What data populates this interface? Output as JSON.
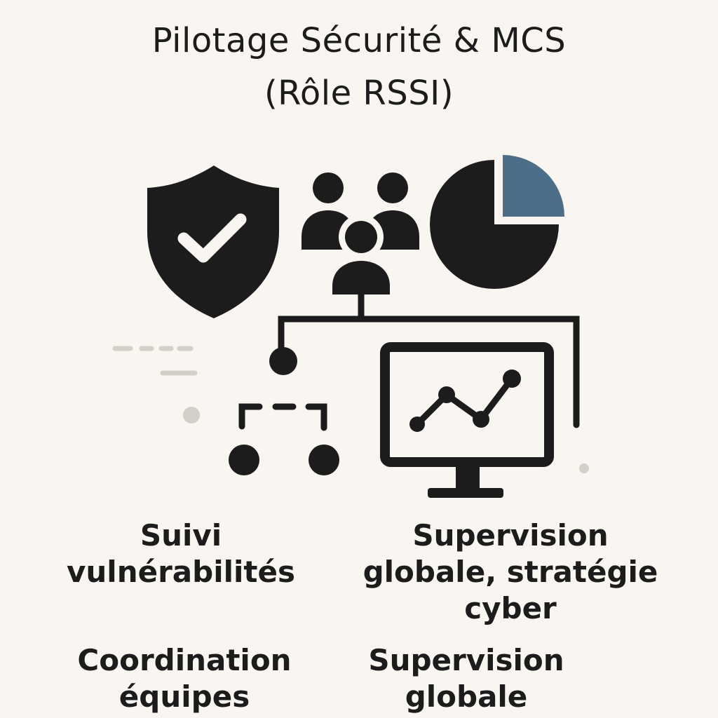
{
  "title": {
    "line1": "Pilotage Sécurité & MCS",
    "line2": "(Rôle RSSI)"
  },
  "labels": {
    "vuln": [
      "Suivi",
      "vulnérabilités"
    ],
    "strategy": [
      "Supervision",
      "globale, stratégie",
      "cyber"
    ],
    "coordination": [
      "Coordination",
      "équipes"
    ],
    "supervision": [
      "Supervision",
      "globale"
    ]
  },
  "colors": {
    "background": "#f9f6f1",
    "dark": "#1c1c1c",
    "accent": "#4d6e89",
    "muted": "#d3cfc9"
  },
  "icons": [
    "shield-check-icon",
    "team-icon",
    "pie-chart-icon",
    "org-chart-icon",
    "monitor-chart-icon"
  ]
}
